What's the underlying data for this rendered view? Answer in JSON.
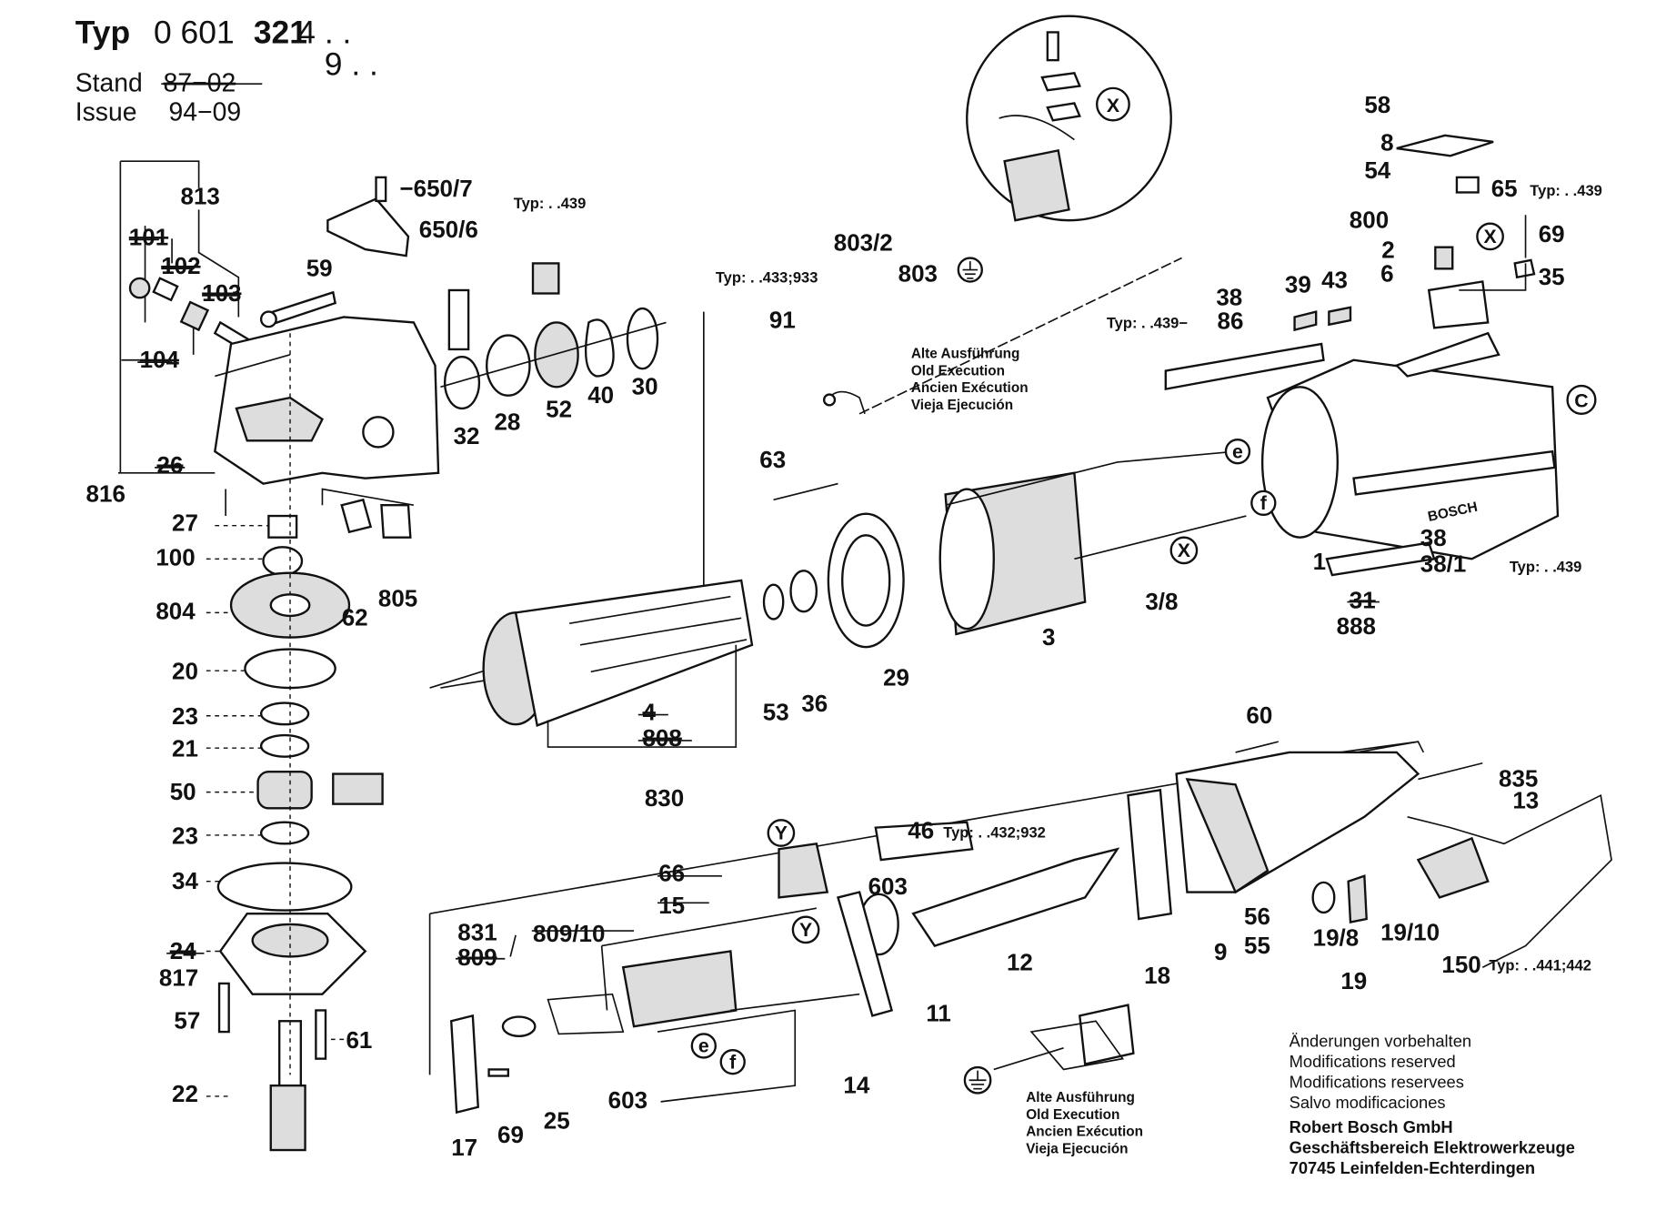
{
  "header": {
    "typ_label": "Typ",
    "typ_prefix": "0 601",
    "typ_bold": "321",
    "typ_suffix_1": "4 . .",
    "typ_suffix_2": "9 . .",
    "stand_label": "Stand",
    "stand_value": "87−02",
    "issue_label": "Issue",
    "issue_value": "94−09"
  },
  "callouts": {
    "p813": "813",
    "p101": "101",
    "p102": "102",
    "p103": "103",
    "p104": "104",
    "p26": "26",
    "p816": "816",
    "p650_7": "−650/7",
    "p650_6": "650/6",
    "typ439_a": "Typ: . .439",
    "p59": "59",
    "p32": "32",
    "p28": "28",
    "p52": "52",
    "p40": "40",
    "p30": "30",
    "p27": "27",
    "p100": "100",
    "p62": "62",
    "p805": "805",
    "p804": "804",
    "p20": "20",
    "p23a": "23",
    "p21": "21",
    "p50": "50",
    "p23b": "23",
    "p34": "34",
    "p24": "24",
    "p817": "817",
    "p57": "57",
    "p61": "61",
    "p22": "22",
    "typ433": "Typ: . .433;933",
    "p803_2": "803/2",
    "p803": "803",
    "p91": "91",
    "p63": "63",
    "p53": "53",
    "p36": "36",
    "p29": "29",
    "p3": "3",
    "p3_8": "3/8",
    "p4": "4",
    "p808": "808",
    "p830": "830",
    "p58": "58",
    "p8": "8",
    "p54": "54",
    "p65": "65",
    "typ439_b": "Typ: . .439",
    "p800": "800",
    "p69a": "69",
    "p2": "2",
    "p6": "6",
    "p35": "35",
    "p39": "39",
    "p43": "43",
    "p38a": "38",
    "typ439_86": "Typ: . .439−",
    "p86": "86",
    "p38b": "38",
    "p38_1": "38/1",
    "typ439_c": "Typ: . .439",
    "p1": "1",
    "p31": "31",
    "p888": "888",
    "p60": "60",
    "p835": "835",
    "p13": "13",
    "p46": "46",
    "typ432": "Typ: . .432;932",
    "p66": "66",
    "p15": "15",
    "p603a": "603",
    "p831": "831",
    "p809": "809",
    "p809_10": "809/10",
    "p12": "12",
    "p11": "11",
    "p18": "18",
    "p9": "9",
    "p56": "56",
    "p55": "55",
    "p19_8": "19/8",
    "p19_10": "19/10",
    "p19": "19",
    "p150": "150",
    "typ441": "Typ: . .441;442",
    "p603b": "603",
    "p14": "14",
    "p17": "17",
    "p69b": "69",
    "p25": "25"
  },
  "markers": {
    "x": "X",
    "c": "C",
    "e": "e",
    "f": "f",
    "y": "Y"
  },
  "old_execution_note": [
    "Alte Ausführung",
    "Old Execution",
    "Ancien Exécution",
    "Vieja Ejecución"
  ],
  "logo_text": "BOSCH",
  "footer": [
    "Änderungen vorbehalten",
    "Modifications reserved",
    "Modifications reservees",
    "Salvo modificaciones",
    "Robert Bosch GmbH",
    "Geschäftsbereich Elektrowerkzeuge",
    "70745 Leinfelden-Echterdingen"
  ],
  "icons": [
    "ground-symbol-icon",
    "circled-marker-icon"
  ]
}
